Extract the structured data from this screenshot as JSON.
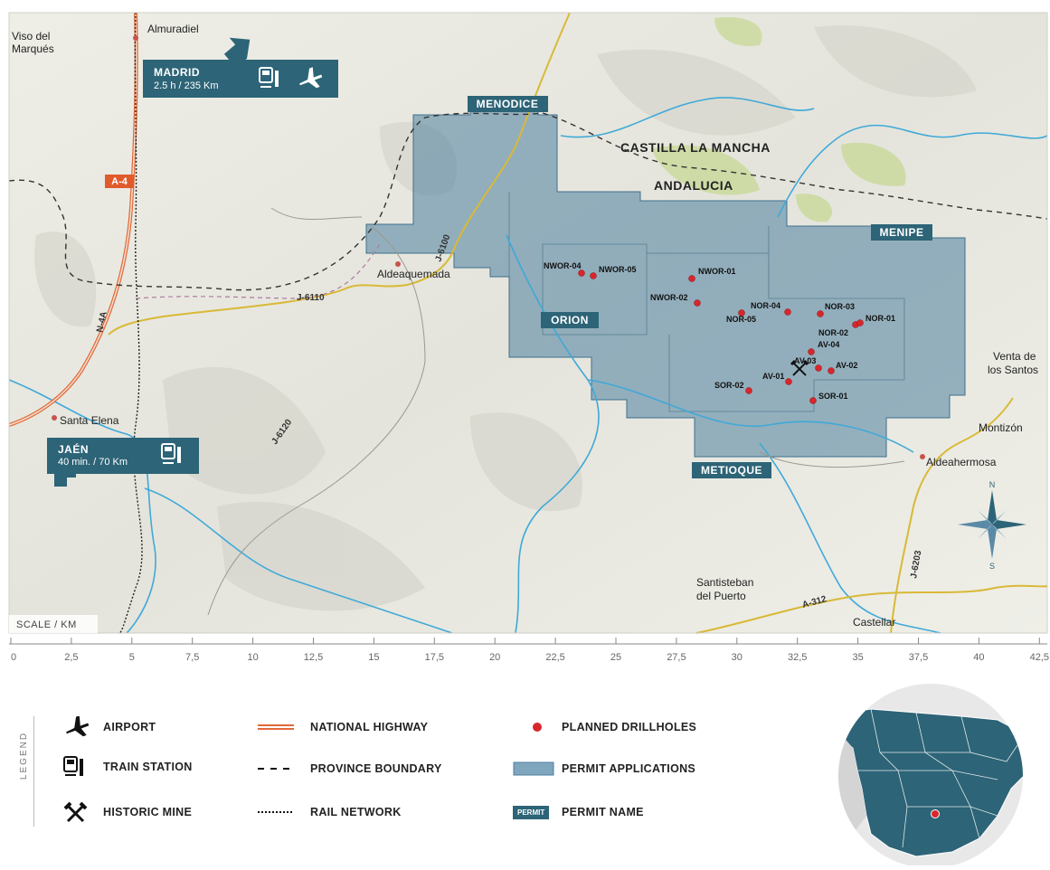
{
  "map": {
    "permit_names": [
      "MENODICE",
      "MENIPE",
      "ORION",
      "METIOQUE"
    ],
    "regions": [
      "CASTILLA LA MANCHA",
      "ANDALUCIA"
    ],
    "towns": [
      "Viso del",
      "Marqués",
      "Almuradiel",
      "Aldeaquemada",
      "Santa Elena",
      "Venta de",
      "los Santos",
      "Montizón",
      "Aldeahermosa",
      "Santisteban",
      "del Puerto",
      "Castellar"
    ],
    "roads": [
      "A-4",
      "N-4A",
      "J-6100",
      "J-6110",
      "J-6120",
      "J-6203",
      "A-312"
    ],
    "drillholes": [
      "NWOR-04",
      "NWOR-05",
      "NWOR-01",
      "NWOR-02",
      "NOR-04",
      "NOR-05",
      "NOR-03",
      "NOR-01",
      "NOR-02",
      "AV-04",
      "AV-03",
      "AV-02",
      "AV-01",
      "SOR-02",
      "SOR-01"
    ],
    "callouts": {
      "madrid": {
        "title": "MADRID",
        "sub": "2.5 h / 235 Km"
      },
      "jaen": {
        "title": "JAÉN",
        "sub": "40 min. / 70 Km"
      }
    },
    "compass": {
      "n": "N",
      "s": "S"
    }
  },
  "scale": {
    "label": "SCALE / KM",
    "ticks": [
      "0",
      "2,5",
      "5",
      "7,5",
      "10",
      "12,5",
      "15",
      "17,5",
      "20",
      "22,5",
      "25",
      "27,5",
      "30",
      "32,5",
      "35",
      "37,5",
      "40",
      "42,5"
    ]
  },
  "legend": {
    "title": "LEGEND",
    "airport": "AIRPORT",
    "train": "TRAIN STATION",
    "mine": "HISTORIC MINE",
    "highway": "NATIONAL HIGHWAY",
    "boundary": "PROVINCE BOUNDARY",
    "rail": "RAIL NETWORK",
    "drillholes": "PLANNED DRILLHOLES",
    "permits": "PERMIT APPLICATIONS",
    "permit_name": "PERMIT NAME",
    "permit_badge": "PERMIT"
  },
  "colors": {
    "permit_fill": "#4d7f9e",
    "label_bg": "#2d6477",
    "drillhole": "#d8262c",
    "highway": "#e06a3a",
    "terrain": "#ecebe4",
    "water": "#3fa9d8"
  }
}
